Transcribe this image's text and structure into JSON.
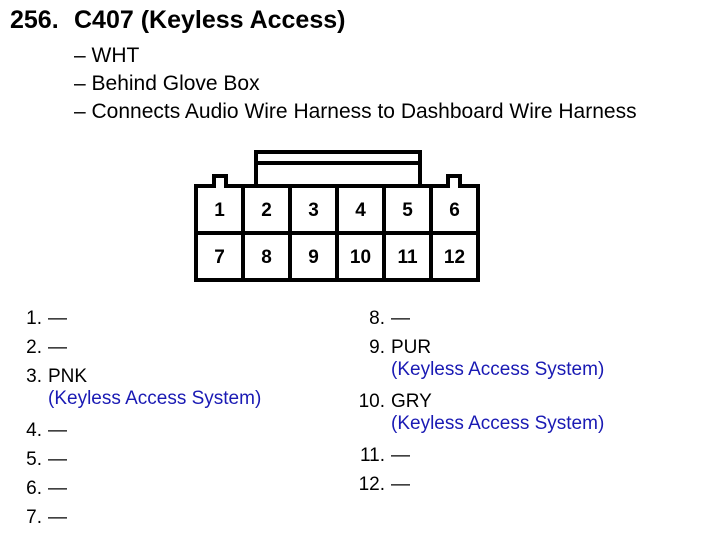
{
  "connector": {
    "number": "256.",
    "name": "C407 (Keyless Access)",
    "details": [
      "– WHT",
      "– Behind Glove Box",
      "– Connects Audio Wire Harness to Dashboard Wire Harness"
    ]
  },
  "pins_top": [
    "1",
    "2",
    "3",
    "4",
    "5",
    "6"
  ],
  "pins_bottom": [
    "7",
    "8",
    "9",
    "10",
    "11",
    "12"
  ],
  "pin_list_left": [
    {
      "num": "1.",
      "color": "—",
      "desc": ""
    },
    {
      "num": "2.",
      "color": "—",
      "desc": ""
    },
    {
      "num": "3.",
      "color": "PNK",
      "desc": "(Keyless Access System)"
    },
    {
      "num": "4.",
      "color": "—",
      "desc": ""
    },
    {
      "num": "5.",
      "color": "—",
      "desc": ""
    },
    {
      "num": "6.",
      "color": "—",
      "desc": ""
    },
    {
      "num": "7.",
      "color": "—",
      "desc": ""
    }
  ],
  "pin_list_right": [
    {
      "num": "8.",
      "color": "—",
      "desc": ""
    },
    {
      "num": "9.",
      "color": "PUR",
      "desc": "(Keyless Access System)"
    },
    {
      "num": "10.",
      "color": "GRY",
      "desc": "(Keyless Access System)"
    },
    {
      "num": "11.",
      "color": "—",
      "desc": ""
    },
    {
      "num": "12.",
      "color": "—",
      "desc": ""
    }
  ]
}
